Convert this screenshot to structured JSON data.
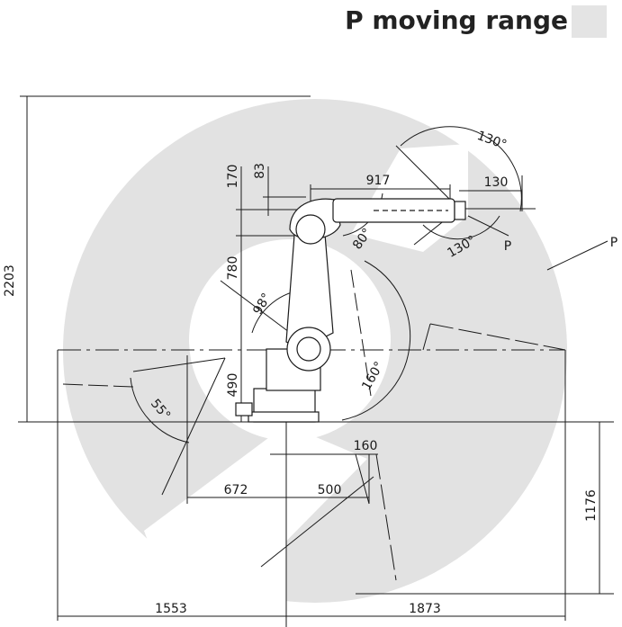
{
  "title": "P moving range",
  "colors": {
    "title_text": "#222222",
    "title_box": "#e4e4e4",
    "range_fill": "#e2e2e2",
    "line": "#1a1a1a",
    "robot_fill": "#ffffff"
  },
  "dimensions": {
    "total_height": "2203",
    "link_offset": "170",
    "link_offset_small": "83",
    "arm_length": "917",
    "tool_length": "130",
    "upper_arm": "780",
    "base_height": "490",
    "base_offset": "160",
    "rear_reach": "672",
    "front_offset": "500",
    "depth_below": "1176",
    "rear_total": "1553",
    "front_total": "1873"
  },
  "angles": {
    "wrist_top": "130°",
    "wrist_bottom": "130°",
    "forearm": "80°",
    "upper_arm": "98°",
    "lower_front": "160°",
    "lower_rear": "55°"
  },
  "point_labels": {
    "tool_point": "P",
    "range_point": "P"
  }
}
